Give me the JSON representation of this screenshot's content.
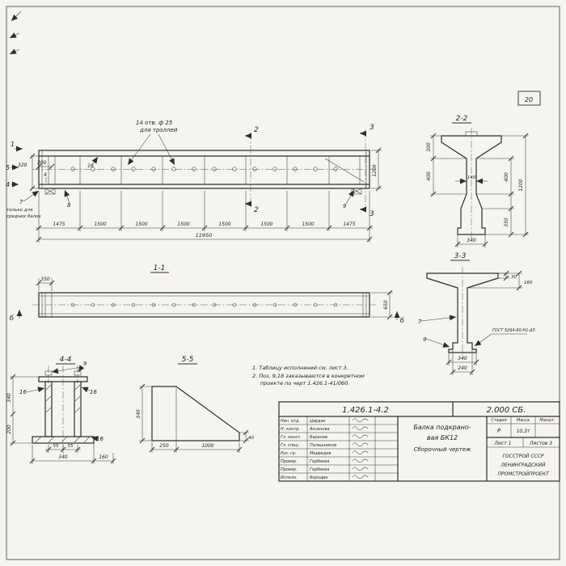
{
  "sheet_number": "20",
  "main_view": {
    "callout_line1": "14 отв. ф 25",
    "callout_line2": "для троллей",
    "marker_1": "1",
    "marker_5": "5",
    "marker_4": "4",
    "marker_4b": "4",
    "sec2_top": "2",
    "sec2_bottom": "2",
    "sec3_top": "3",
    "sec3_bottom": "3",
    "dim_320": "320",
    "dim_200": "200",
    "label_16": "16",
    "dim_1200": "1200",
    "pos_7": "7",
    "note7_line1": "только для",
    "note7_line2": "средних балок",
    "pos_8": "8",
    "pos_9": "9",
    "chain_dims": [
      "1475",
      "1500",
      "1500",
      "1500",
      "1500",
      "1500",
      "1500",
      "1475"
    ],
    "total_dim": "11950"
  },
  "section_2_2": {
    "title": "2-2",
    "dim_300": "300",
    "dim_400_left": "400",
    "dim_140": "140",
    "dim_1200": "1200",
    "dim_400_right": "400",
    "dim_350": "350",
    "dim_340": "340"
  },
  "section_3_3": {
    "title": "3-3",
    "dim_30": "30",
    "dim_160": "160",
    "pos_7": "7",
    "pos_9": "9",
    "weld_note": "ГОСТ 5264-80-Н1-Δ5",
    "dim_340": "340",
    "dim_240": "240"
  },
  "view_1_1": {
    "title": "1-1",
    "dim_350": "350",
    "dim_650": "650",
    "marker_b_left": "б",
    "marker_b_right": "б"
  },
  "view_4_4": {
    "title": "4-4",
    "pos_9": "9",
    "pos_16_left": "16",
    "pos_16_right": "16",
    "pos_16_bottom": "16",
    "dim_340_left": "340",
    "dim_200": "200",
    "dim_55_a": "55",
    "dim_55_b": "55",
    "dim_340_bottom": "340",
    "dim_160": "160"
  },
  "view_5_5": {
    "title": "5-5",
    "dim_340": "340",
    "dim_40": "40",
    "dim_250": "250",
    "dim_1000": "1000"
  },
  "notes": {
    "line1": "1. Таблицу исполнений см. лист 3.",
    "line2": "2. Поз. 9,18 заказываются в конкретном",
    "line3": "проекте по черт 1.426.1-41/060."
  },
  "title_block": {
    "project_code": "1.426.1-4.2",
    "doc_code": "2.000 СБ.",
    "drawing_title_line1": "Балка подкрано-",
    "drawing_title_line2": "вая  БК12",
    "drawing_title_line3": "Сборочный  чертеж",
    "stage_header": "Стадия",
    "mass_header": "Масса",
    "scale_header": "Масшт.",
    "stage_value": "Р",
    "mass_value": "10,3т",
    "scale_value": "",
    "sheet_label": "Лист 1",
    "sheets_label": "Листов 3",
    "org_line1": "ГОССТРОЙ СССР",
    "org_line2": "ЛЕНИНГРАДСКИЙ",
    "org_line3": "ПРОМСТРОЙПРОЕКТ",
    "signatures": [
      {
        "role": "Нач. отд.",
        "name": "Цардак"
      },
      {
        "role": "Н. контр.",
        "name": "Аксенова"
      },
      {
        "role": "Гл. конст.",
        "name": "Баранов"
      },
      {
        "role": "Гл. спец.",
        "name": "Палашников"
      },
      {
        "role": "Рук. гр.",
        "name": "Медведев"
      },
      {
        "role": "Провер.",
        "name": "Горбеева"
      },
      {
        "role": "Провер.",
        "name": "Горбеева"
      },
      {
        "role": "Исполн.",
        "name": "Бородин"
      }
    ]
  }
}
